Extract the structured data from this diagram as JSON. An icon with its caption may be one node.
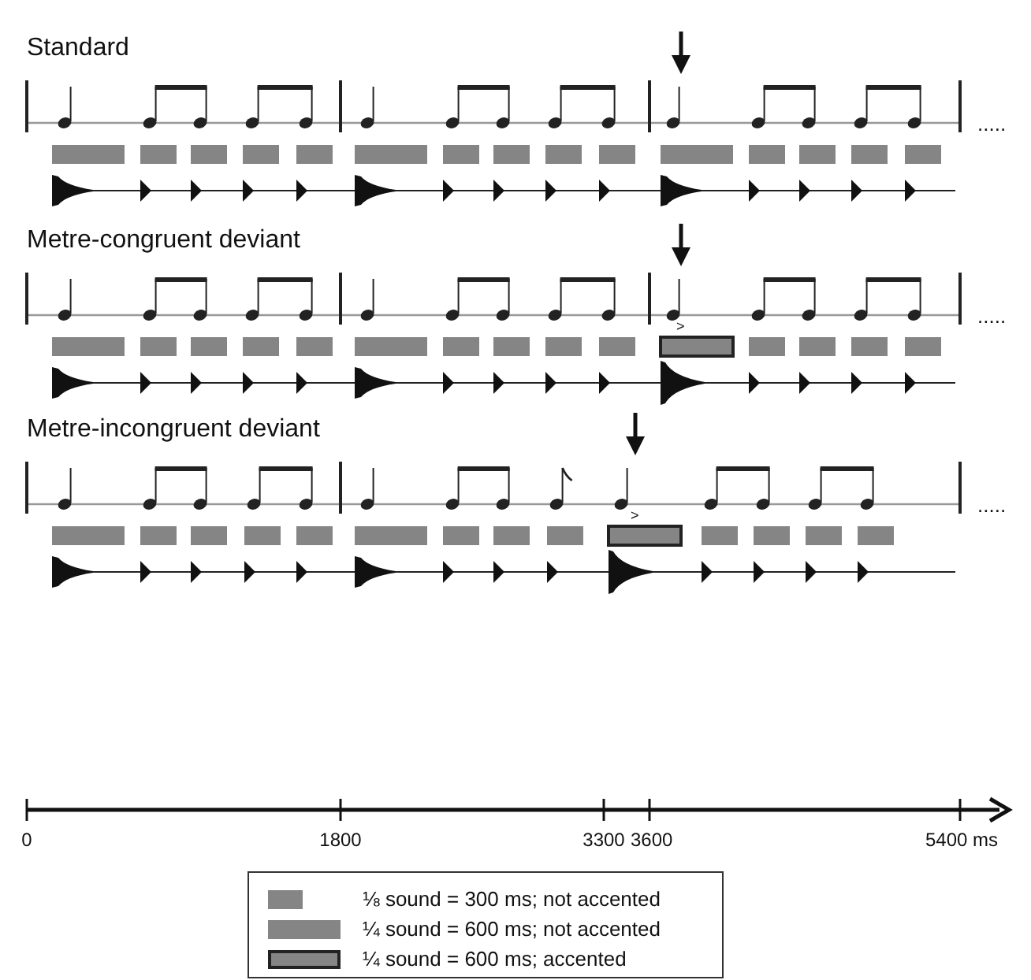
{
  "diagram": {
    "labels": [
      "Standard",
      ".....",
      "Metre-congruent deviant",
      ".....",
      ">",
      "Metre-incongruent deviant",
      ">",
      ".....",
      "0",
      "1800",
      "3300",
      "3600",
      "5400 ms"
    ],
    "legend": [
      {
        "text": "⅛ sound = 300 ms; not accented",
        "color": "#858585"
      },
      {
        "text": "¼ sound = 600 ms; not accented",
        "color": "#858585"
      },
      {
        "text": "¼ sound = 600 ms; accented",
        "color": "#858585"
      }
    ]
  }
}
